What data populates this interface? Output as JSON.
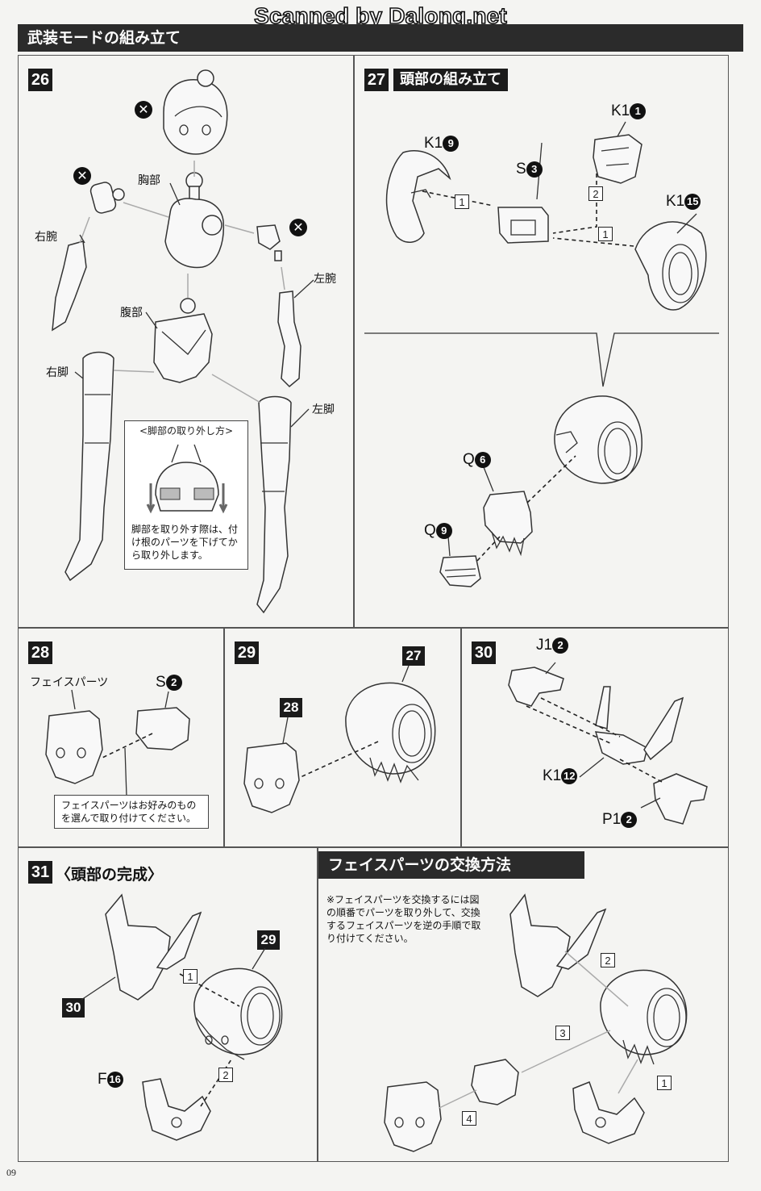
{
  "watermark": "Scanned by Dalong.net",
  "section_header": "武装モードの組み立て",
  "steps": {
    "s26": {
      "number": "26",
      "labels": {
        "chest": "胸部",
        "right_arm": "右腕",
        "left_arm": "左腕",
        "abdomen": "腹部",
        "right_leg": "右脚",
        "left_leg": "左脚"
      },
      "x_mark": "✕",
      "note_title": "<脚部の取り外し方>",
      "note_text": "脚部を取り外す際は、付け根のパーツを下げてから取り外します。"
    },
    "s27": {
      "number": "27",
      "title": "頭部の組み立て",
      "parts": {
        "k1_9": {
          "letter": "K1",
          "num": "9"
        },
        "s_3": {
          "letter": "S",
          "num": "3"
        },
        "k1_1": {
          "letter": "K1",
          "num": "1"
        },
        "k1_15": {
          "letter": "K1",
          "num": "15"
        },
        "q_6": {
          "letter": "Q",
          "num": "6"
        },
        "q_9": {
          "letter": "Q",
          "num": "9"
        }
      },
      "order": [
        "1",
        "2",
        "1"
      ]
    },
    "s28": {
      "number": "28",
      "face_label": "フェイスパーツ",
      "part": {
        "letter": "S",
        "num": "2"
      },
      "note_text": "フェイスパーツはお好みのものを選んで取り付けてください。"
    },
    "s29": {
      "number": "29",
      "tag_a": "27",
      "tag_b": "28"
    },
    "s30": {
      "number": "30",
      "parts": {
        "j1_2": {
          "letter": "J1",
          "num": "2"
        },
        "k1_12": {
          "letter": "K1",
          "num": "12"
        },
        "p1_2": {
          "letter": "P1",
          "num": "2"
        }
      }
    },
    "s31": {
      "number": "31",
      "title": "〈頭部の完成〉",
      "tag_a": "29",
      "tag_b": "30",
      "part": {
        "letter": "F",
        "num": "16"
      },
      "order": [
        "1",
        "2"
      ]
    }
  },
  "face_exchange": {
    "header": "フェイスパーツの交換方法",
    "note": "※フェイスパーツを交換するには図の順番でパーツを取り外して、交換するフェイスパーツを逆の手順で取り付けてください。",
    "order": [
      "2",
      "3",
      "1",
      "4"
    ]
  },
  "page_number": "09"
}
